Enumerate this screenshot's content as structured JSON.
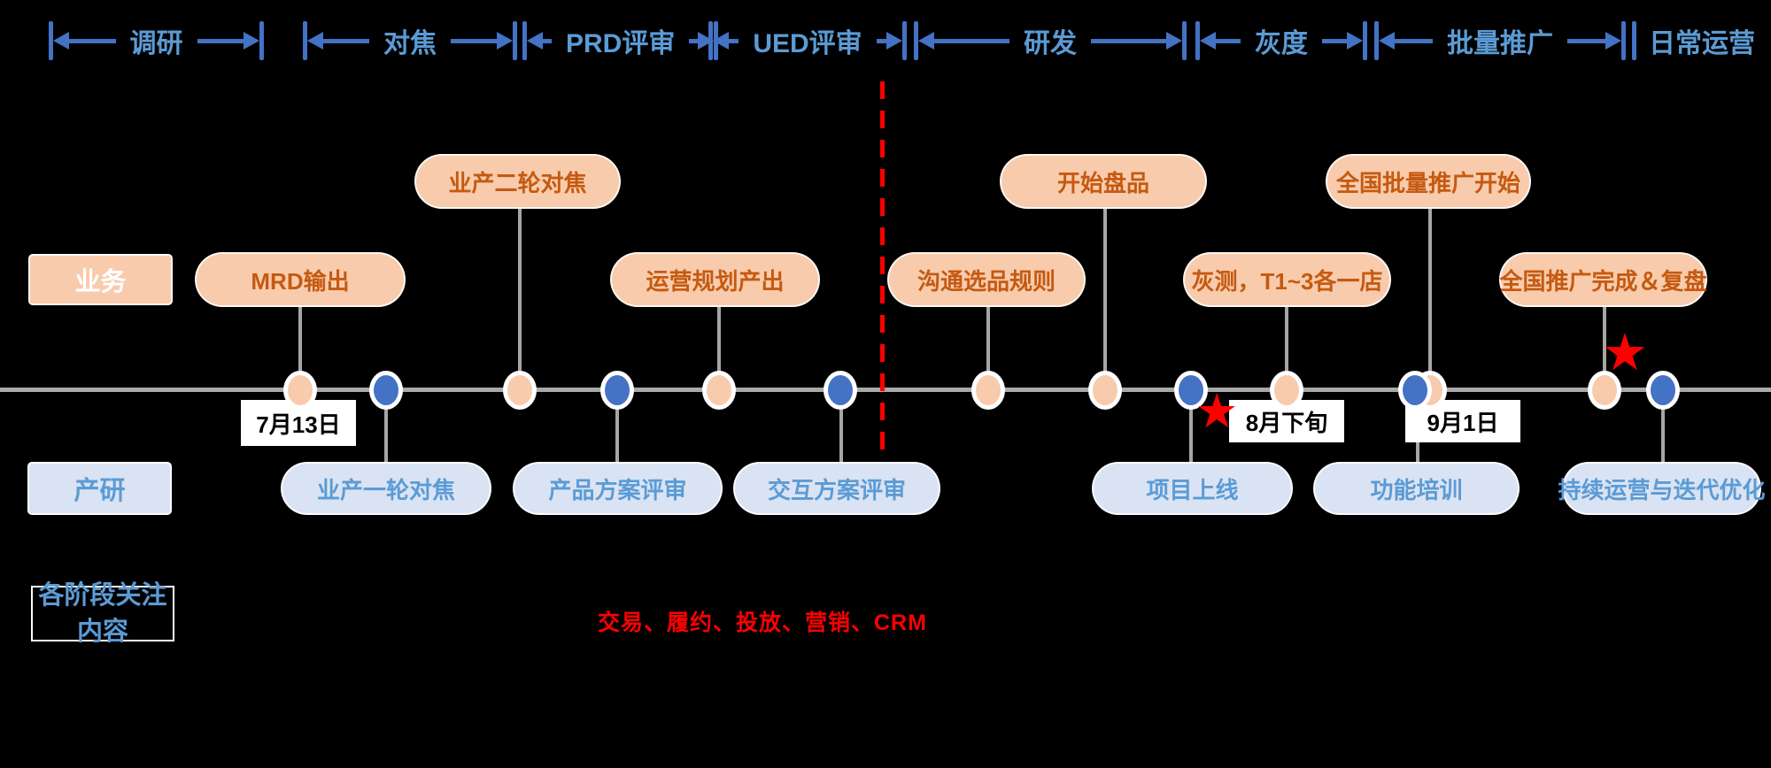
{
  "phase_bar": {
    "phases": [
      {
        "label": "调研"
      },
      {
        "label": "对焦"
      },
      {
        "label": "PRD评审"
      },
      {
        "label": "UED评审"
      },
      {
        "label": "研发"
      },
      {
        "label": "灰度"
      },
      {
        "label": "批量推广"
      },
      {
        "label": "日常运营"
      }
    ]
  },
  "row_labels": {
    "business": "业务",
    "product": "产研"
  },
  "business_events": [
    {
      "label": "MRD输出"
    },
    {
      "label": "业产二轮对焦"
    },
    {
      "label": "运营规划产出"
    },
    {
      "label": "沟通选品规则"
    },
    {
      "label": "开始盘品"
    },
    {
      "label": "灰测，T1~3各一店"
    },
    {
      "label": "全国批量推广开始"
    },
    {
      "label": "全国推广完成＆复盘"
    }
  ],
  "product_events": [
    {
      "label": "业产一轮对焦"
    },
    {
      "label": "产品方案评审"
    },
    {
      "label": "交互方案评审"
    },
    {
      "label": "项目上线"
    },
    {
      "label": "功能培训"
    },
    {
      "label": "持续运营与迭代优化"
    }
  ],
  "date_labels": [
    {
      "text": "7月13日"
    },
    {
      "text": "8月下旬"
    },
    {
      "text": "9月1日"
    }
  ],
  "markers": {
    "star_glyph": "★"
  },
  "footer": {
    "box_line1": "各阶段关注",
    "box_line2": "内容",
    "focus_items": "交易、履约、投放、营销、CRM"
  },
  "colors": {
    "background": "#000000",
    "arrow_blue": "#4472C4",
    "phase_text_blue": "#5B9BD5",
    "orange_fill": "#F8CBAD",
    "orange_text": "#C55A11",
    "pill_fill": "#DAE3F3",
    "pill_text": "#5B9BD5",
    "timeline_gray": "#A9A9A9",
    "divider_red": "#FF0000",
    "star_red": "#FF0000",
    "date_label_bg": "#FFFFFF"
  }
}
